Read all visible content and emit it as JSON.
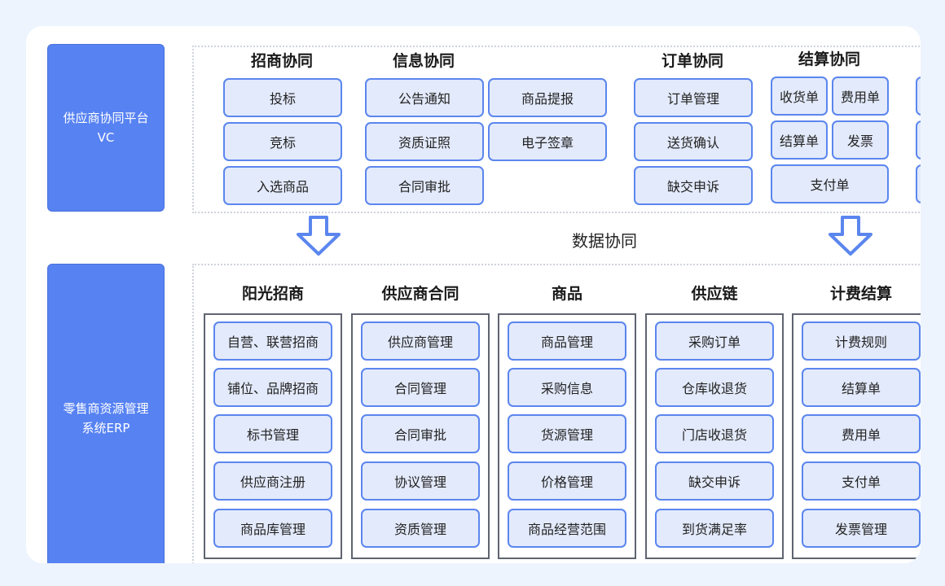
{
  "top_block": {
    "label": "供应商协同平台\nVC"
  },
  "bottom_block": {
    "label": "零售商资源管理\n系统ERP"
  },
  "center_label": "数据协同",
  "top_groups": [
    {
      "title": "招商协同",
      "items": [
        "投标",
        "竞标",
        "入选商品"
      ]
    },
    {
      "title": "信息协同",
      "items": [
        "公告通知",
        "商品提报",
        "资质证照",
        "电子签章",
        "合同审批"
      ]
    },
    {
      "title": "订单协同",
      "items": [
        "订单管理",
        "送货确认",
        "缺交申诉"
      ]
    },
    {
      "title": "结算协同",
      "items": [
        "收货单",
        "费用单",
        "结算单",
        "发票",
        "支付单"
      ]
    }
  ],
  "bottom_columns": [
    {
      "title": "阳光招商",
      "items": [
        "自营、联营招商",
        "铺位、品牌招商",
        "标书管理",
        "供应商注册",
        "商品库管理"
      ]
    },
    {
      "title": "供应商合同",
      "items": [
        "供应商管理",
        "合同管理",
        "合同审批",
        "协议管理",
        "资质管理"
      ]
    },
    {
      "title": "商品",
      "items": [
        "商品管理",
        "采购信息",
        "货源管理",
        "价格管理",
        "商品经营范围"
      ]
    },
    {
      "title": "供应链",
      "items": [
        "采购订单",
        "仓库收退货",
        "门店收退货",
        "缺交申诉",
        "到货满足率"
      ]
    },
    {
      "title": "计费结算",
      "items": [
        "计费规则",
        "结算单",
        "费用单",
        "支付单",
        "发票管理"
      ]
    }
  ],
  "colors": {
    "accent": "#5782f2",
    "box_fill": "#e3eafb",
    "box_border": "#5b86ee",
    "frame": "#5f6470"
  }
}
